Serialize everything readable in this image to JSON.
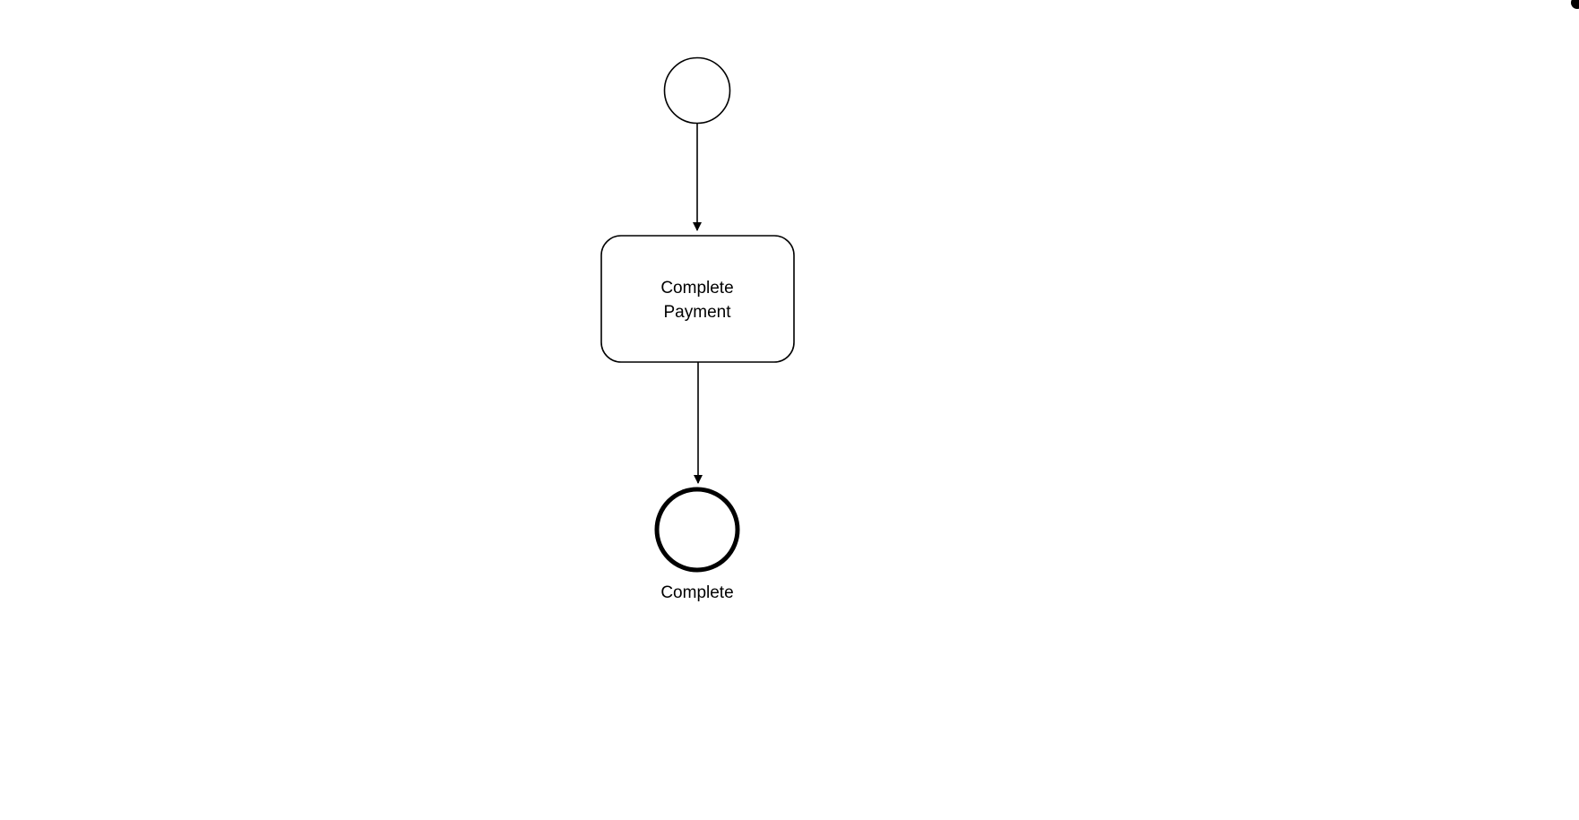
{
  "diagram": {
    "type": "flowchart",
    "nodes": {
      "start": {
        "id": "start",
        "type": "start-event",
        "shape": "circle-thin",
        "label": ""
      },
      "task": {
        "id": "task",
        "type": "task",
        "shape": "rounded-rectangle",
        "label": "Complete Payment",
        "label_line1": "Complete",
        "label_line2": "Payment"
      },
      "end": {
        "id": "end",
        "type": "end-event",
        "shape": "circle-thick",
        "label": "Complete"
      }
    },
    "edges": [
      {
        "from": "start",
        "to": "task",
        "style": "arrow-down"
      },
      {
        "from": "task",
        "to": "end",
        "style": "arrow-down"
      }
    ],
    "colors": {
      "stroke": "#000000",
      "fill": "#ffffff",
      "background": "#ffffff",
      "text": "#000000"
    }
  }
}
